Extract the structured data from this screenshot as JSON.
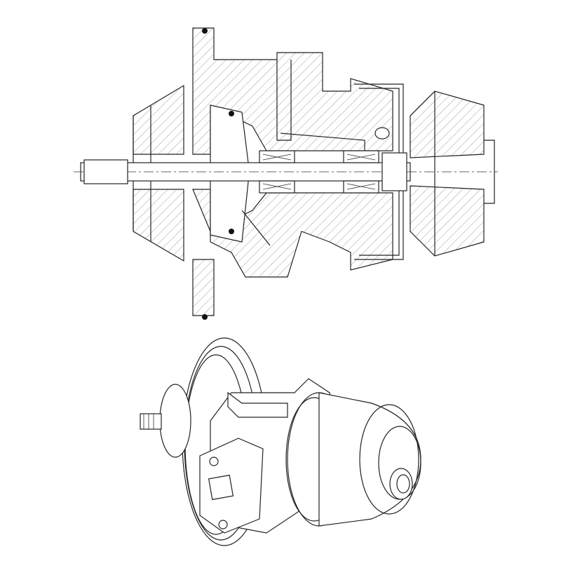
{
  "drawing": {
    "subject": "turbocharger-cartridge",
    "views": [
      "cross-section",
      "isometric"
    ]
  },
  "colors": {
    "line": "#222222",
    "background": "#ffffff",
    "hatch": "#777777"
  }
}
